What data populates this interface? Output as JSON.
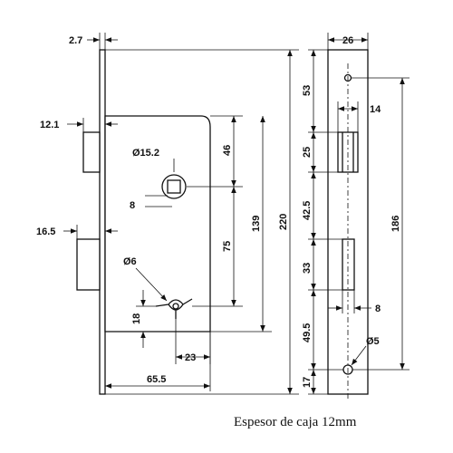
{
  "left_view": {
    "dims": {
      "faceplate_thickness": "2.7",
      "latch_projection": "12.1",
      "bolt_projection": "16.5",
      "spindle_diameter": "Ø15.2",
      "spindle_square": "8",
      "spindle_to_top": "46",
      "spindle_to_keyhole": "75",
      "case_height": "139",
      "faceplate_height": "220",
      "keyhole_diameter": "Ø6",
      "keyhole_to_bottom": "18",
      "keyhole_offset": "23",
      "backset": "65.5"
    }
  },
  "right_view": {
    "dims": {
      "faceplate_width": "26",
      "top_to_latch": "53",
      "latch_width": "14",
      "latch_height": "25",
      "latch_to_bolt": "42.5",
      "bolt_height": "33",
      "bolt_width": "8",
      "bolt_to_screw": "49.5",
      "screw_to_bottom": "17",
      "screw_diameter": "Ø5",
      "screw_spacing": "186"
    }
  },
  "caption": "Espesor de caja 12mm"
}
